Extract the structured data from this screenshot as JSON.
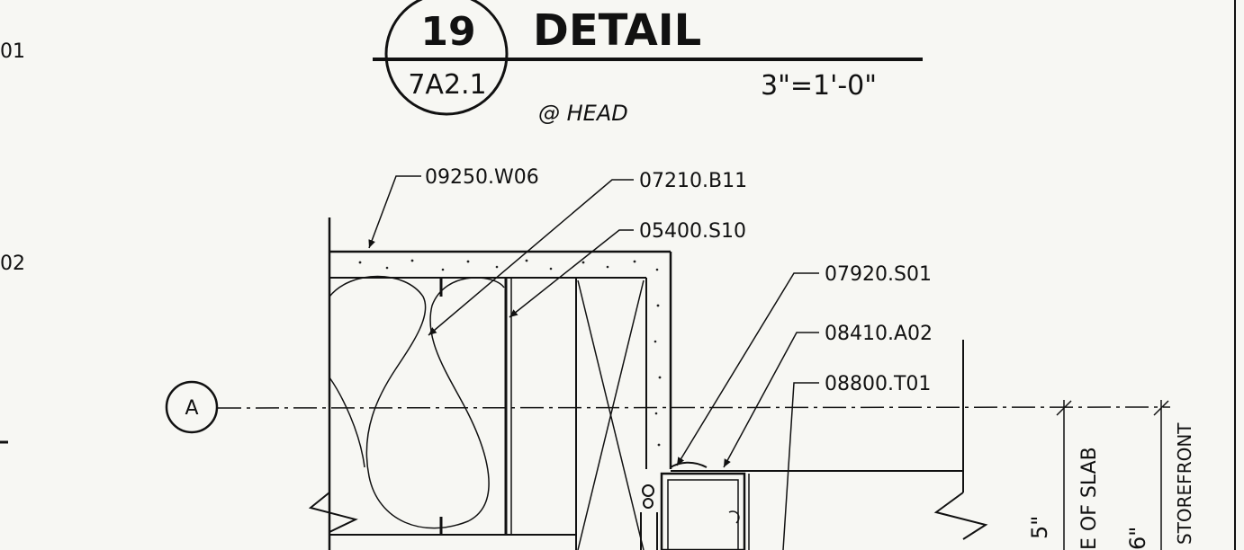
{
  "detail": {
    "number": "19",
    "sheet": "7A2.1",
    "title": "DETAIL",
    "scale": "3\"=1'-0\"",
    "location": "@ HEAD"
  },
  "margin_notes": {
    "left_top": "01",
    "left_mid": "02"
  },
  "grid": {
    "bubble": "A"
  },
  "callouts": {
    "c1": "09250.W06",
    "c2": "07210.B11",
    "c3": "05400.S10",
    "c4": "07920.S01",
    "c5": "08410.A02",
    "c6": "08800.T01"
  },
  "dimensions": {
    "d1": "5\"",
    "d1_label": "E OF SLAB",
    "d2": "6\"",
    "d2_label": "STOREFRONT"
  },
  "colors": {
    "ink": "#111111",
    "paper": "#f7f7f3"
  }
}
